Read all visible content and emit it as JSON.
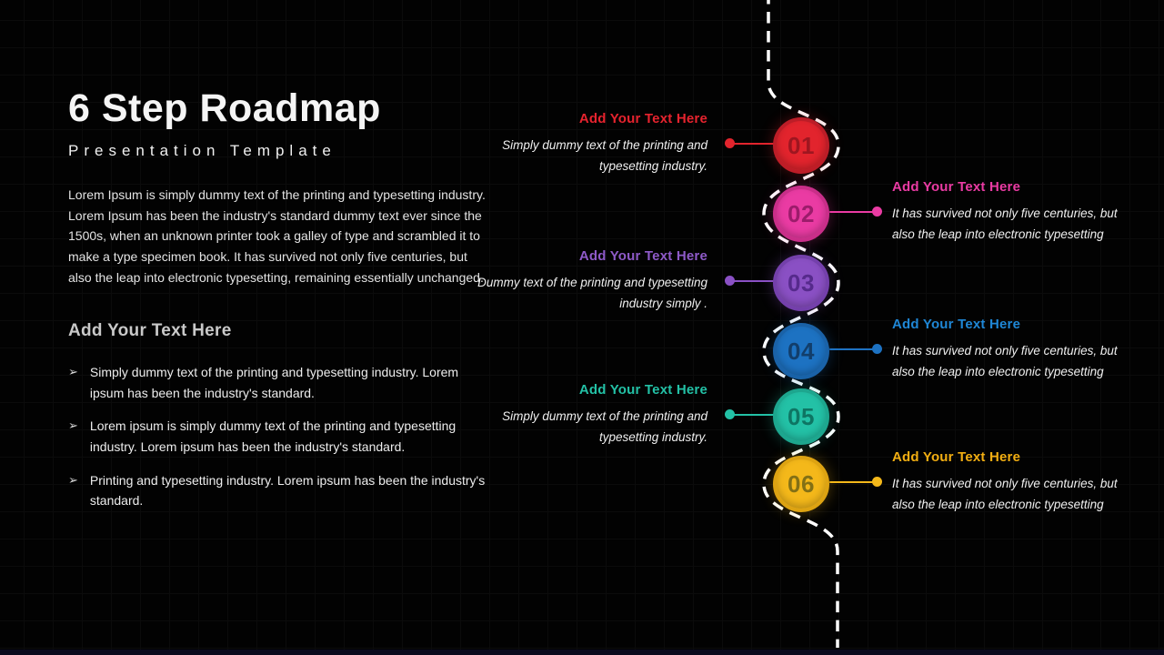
{
  "slide": {
    "title": "6 Step Roadmap",
    "subtitle": "Presentation Template",
    "intro": "Lorem Ipsum is simply dummy text of the printing and typesetting industry. Lorem Ipsum has been the industry's standard dummy text ever since the 1500s, when an unknown printer took a galley of type and scrambled it to make a type specimen book. It has survived not only five centuries, but also the leap into electronic typesetting, remaining essentially unchanged.",
    "section_heading": "Add Your Text Here",
    "bullet_glyph": "➢",
    "bullets": [
      "Simply dummy text of the printing and typesetting industry. Lorem ipsum has been the industry's standard.",
      "Lorem ipsum is simply dummy text of the printing and typesetting industry. Lorem ipsum has been the industry's standard.",
      "Printing and typesetting industry. Lorem ipsum has been the industry's standard."
    ]
  },
  "steps": [
    {
      "number": "01",
      "side": "left",
      "heading": "Add Your Text Here",
      "text": "Simply dummy text of the printing and typesetting industry.",
      "color": "#e2242d",
      "ring": "#bc1d27",
      "num": "#9e1620",
      "heading_color": "#e6232e"
    },
    {
      "number": "02",
      "side": "right",
      "heading": "Add Your Text Here",
      "text": "It has survived not only five centuries, but also the leap into electronic typesetting",
      "color": "#ea3ba3",
      "ring": "#c92e89",
      "num": "#9c1c6b",
      "heading_color": "#ea3ba3"
    },
    {
      "number": "03",
      "side": "left",
      "heading": "Add Your Text Here",
      "text": "Dummy text of the printing and typesetting industry simply .",
      "color": "#8a50c4",
      "ring": "#7440ab",
      "num": "#562a8c",
      "heading_color": "#8e5ac8"
    },
    {
      "number": "04",
      "side": "right",
      "heading": "Add Your Text Here",
      "text": "It has survived not only five centuries, but also the leap into electronic typesetting",
      "color": "#1d72c2",
      "ring": "#1a62a8",
      "num": "#123e6b",
      "heading_color": "#1f87d6"
    },
    {
      "number": "05",
      "side": "left",
      "heading": "Add Your Text Here",
      "text": "Simply dummy text of the printing and typesetting industry.",
      "color": "#23c1a6",
      "ring": "#1da68e",
      "num": "#0e7563",
      "heading_color": "#23c1a6"
    },
    {
      "number": "06",
      "side": "right",
      "heading": "Add Your Text Here",
      "text": "It has survived not only five centuries, but also the leap into electronic typesetting",
      "color": "#f4b81a",
      "ring": "#dda312",
      "num": "#837015",
      "heading_color": "#f2ae12"
    }
  ],
  "theme": {
    "background": "#020202",
    "grid_line": "#0b0b0b",
    "road": "#ffffff",
    "bottom_strip": "#0a0a1d"
  }
}
